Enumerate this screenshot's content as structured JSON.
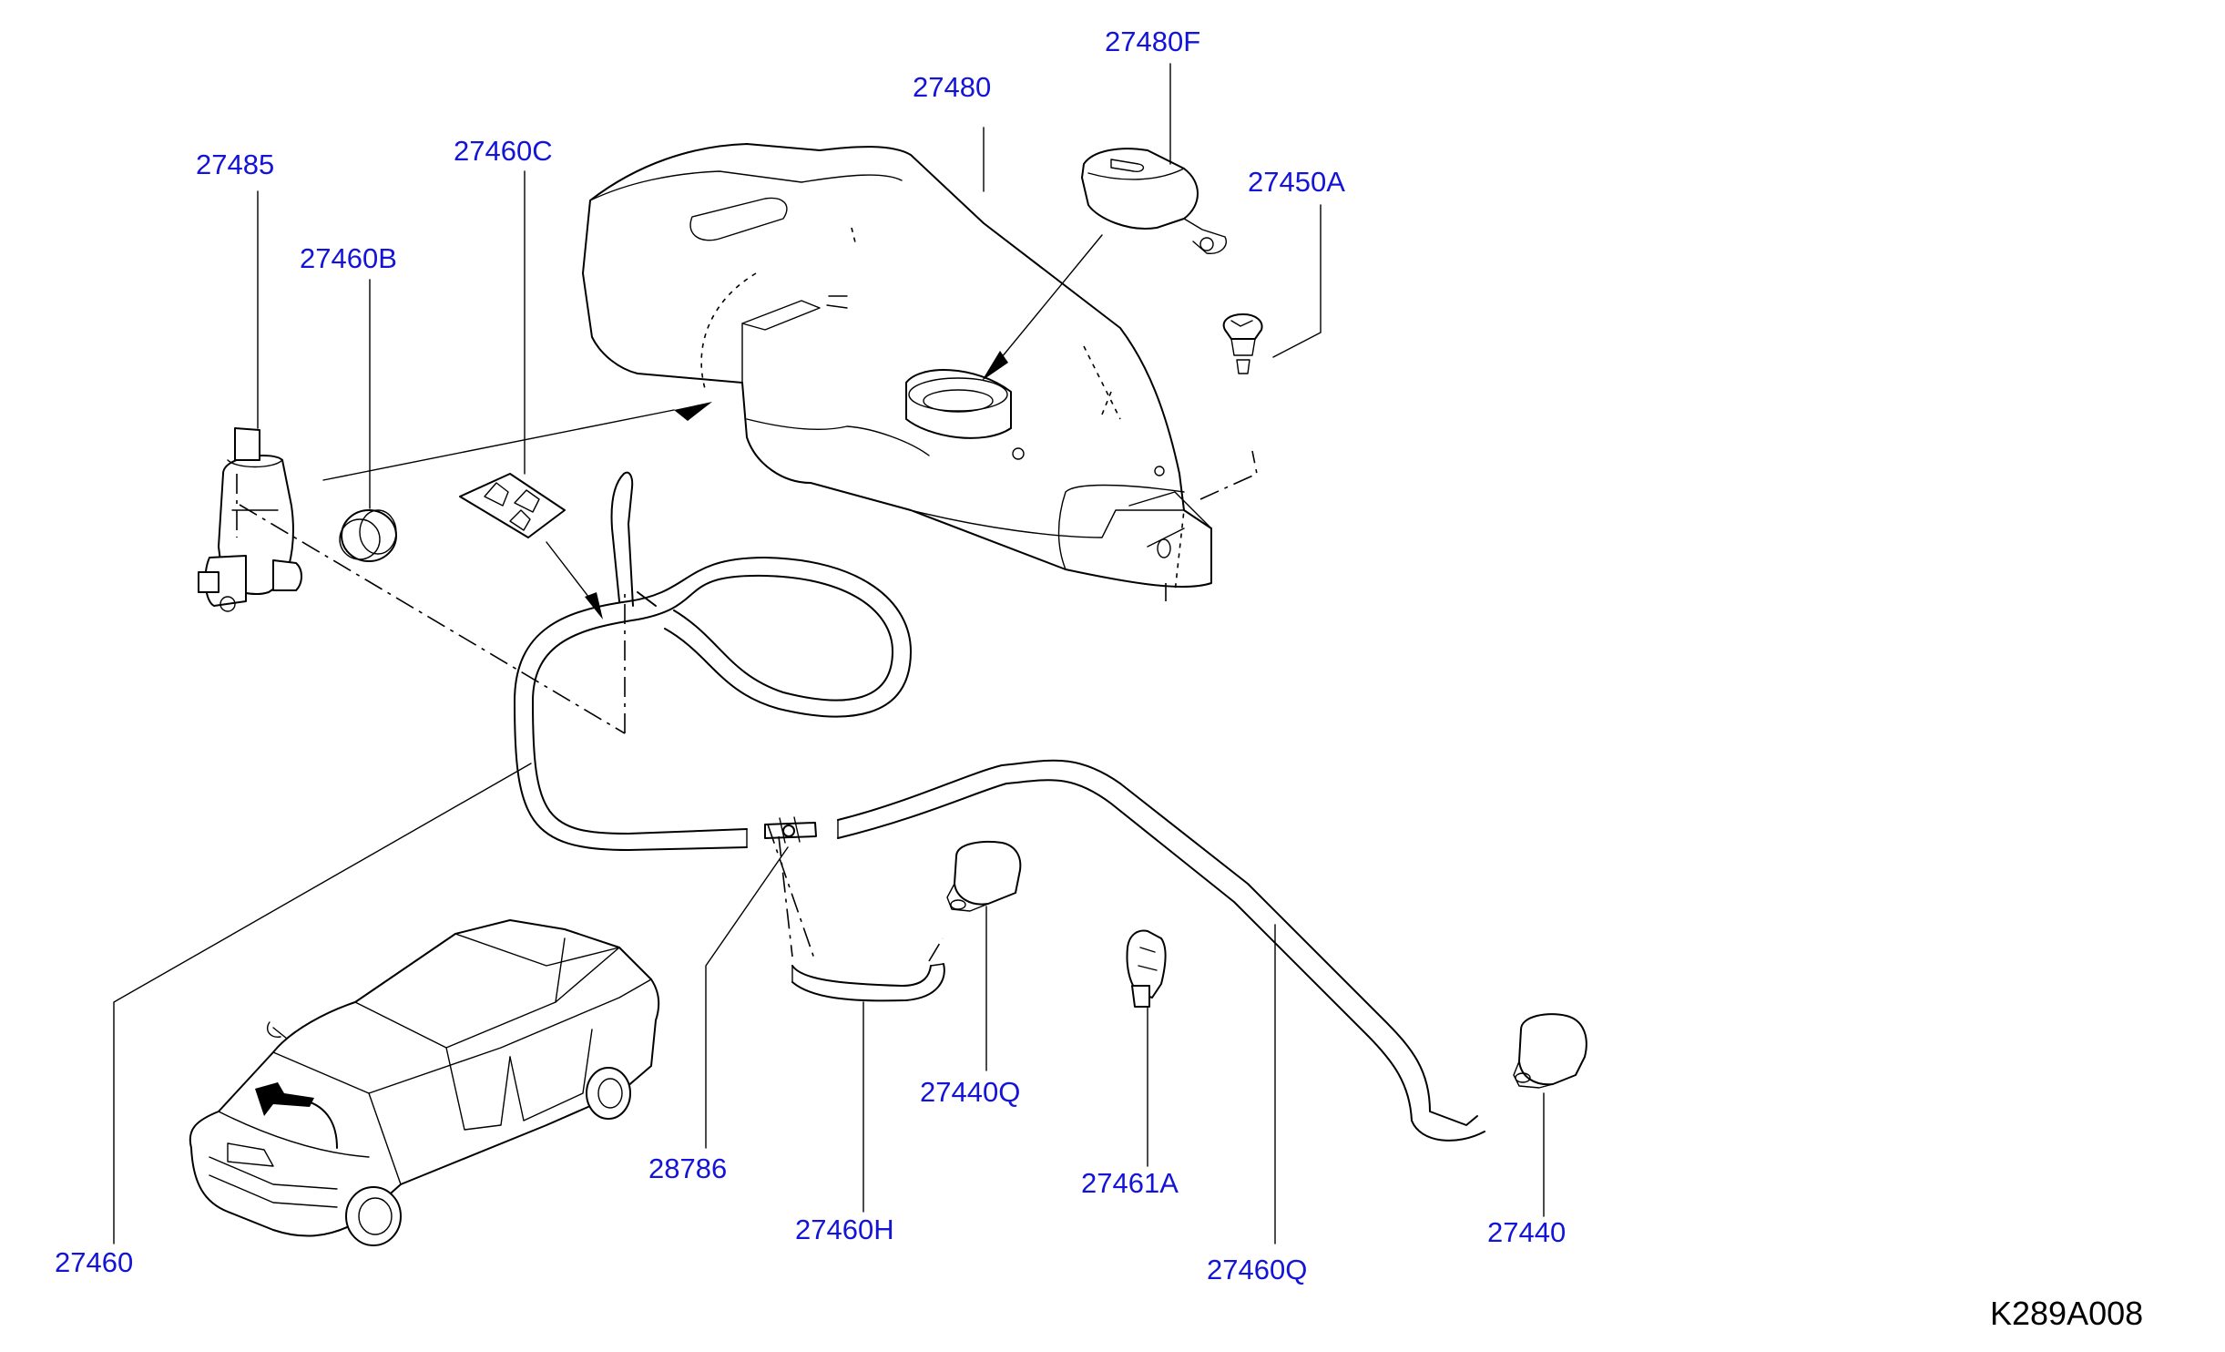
{
  "diagram_code": "K289A008",
  "callouts": [
    {
      "key": "tank",
      "label": "27480"
    },
    {
      "key": "cap",
      "label": "27480F"
    },
    {
      "key": "bolt",
      "label": "27450A"
    },
    {
      "key": "pump",
      "label": "27485"
    },
    {
      "key": "grommet",
      "label": "27460B"
    },
    {
      "key": "clip",
      "label": "27460C"
    },
    {
      "key": "hose_main",
      "label": "27460"
    },
    {
      "key": "joint",
      "label": "28786"
    },
    {
      "key": "hose_short",
      "label": "27460H"
    },
    {
      "key": "nozzle_left",
      "label": "27440Q"
    },
    {
      "key": "hose_clip",
      "label": "27461A"
    },
    {
      "key": "hose_long",
      "label": "27460Q"
    },
    {
      "key": "nozzle_right",
      "label": "27440"
    }
  ],
  "colors": {
    "callout_text": "#1414d9",
    "line_art": "#000000",
    "background": "#ffffff"
  }
}
